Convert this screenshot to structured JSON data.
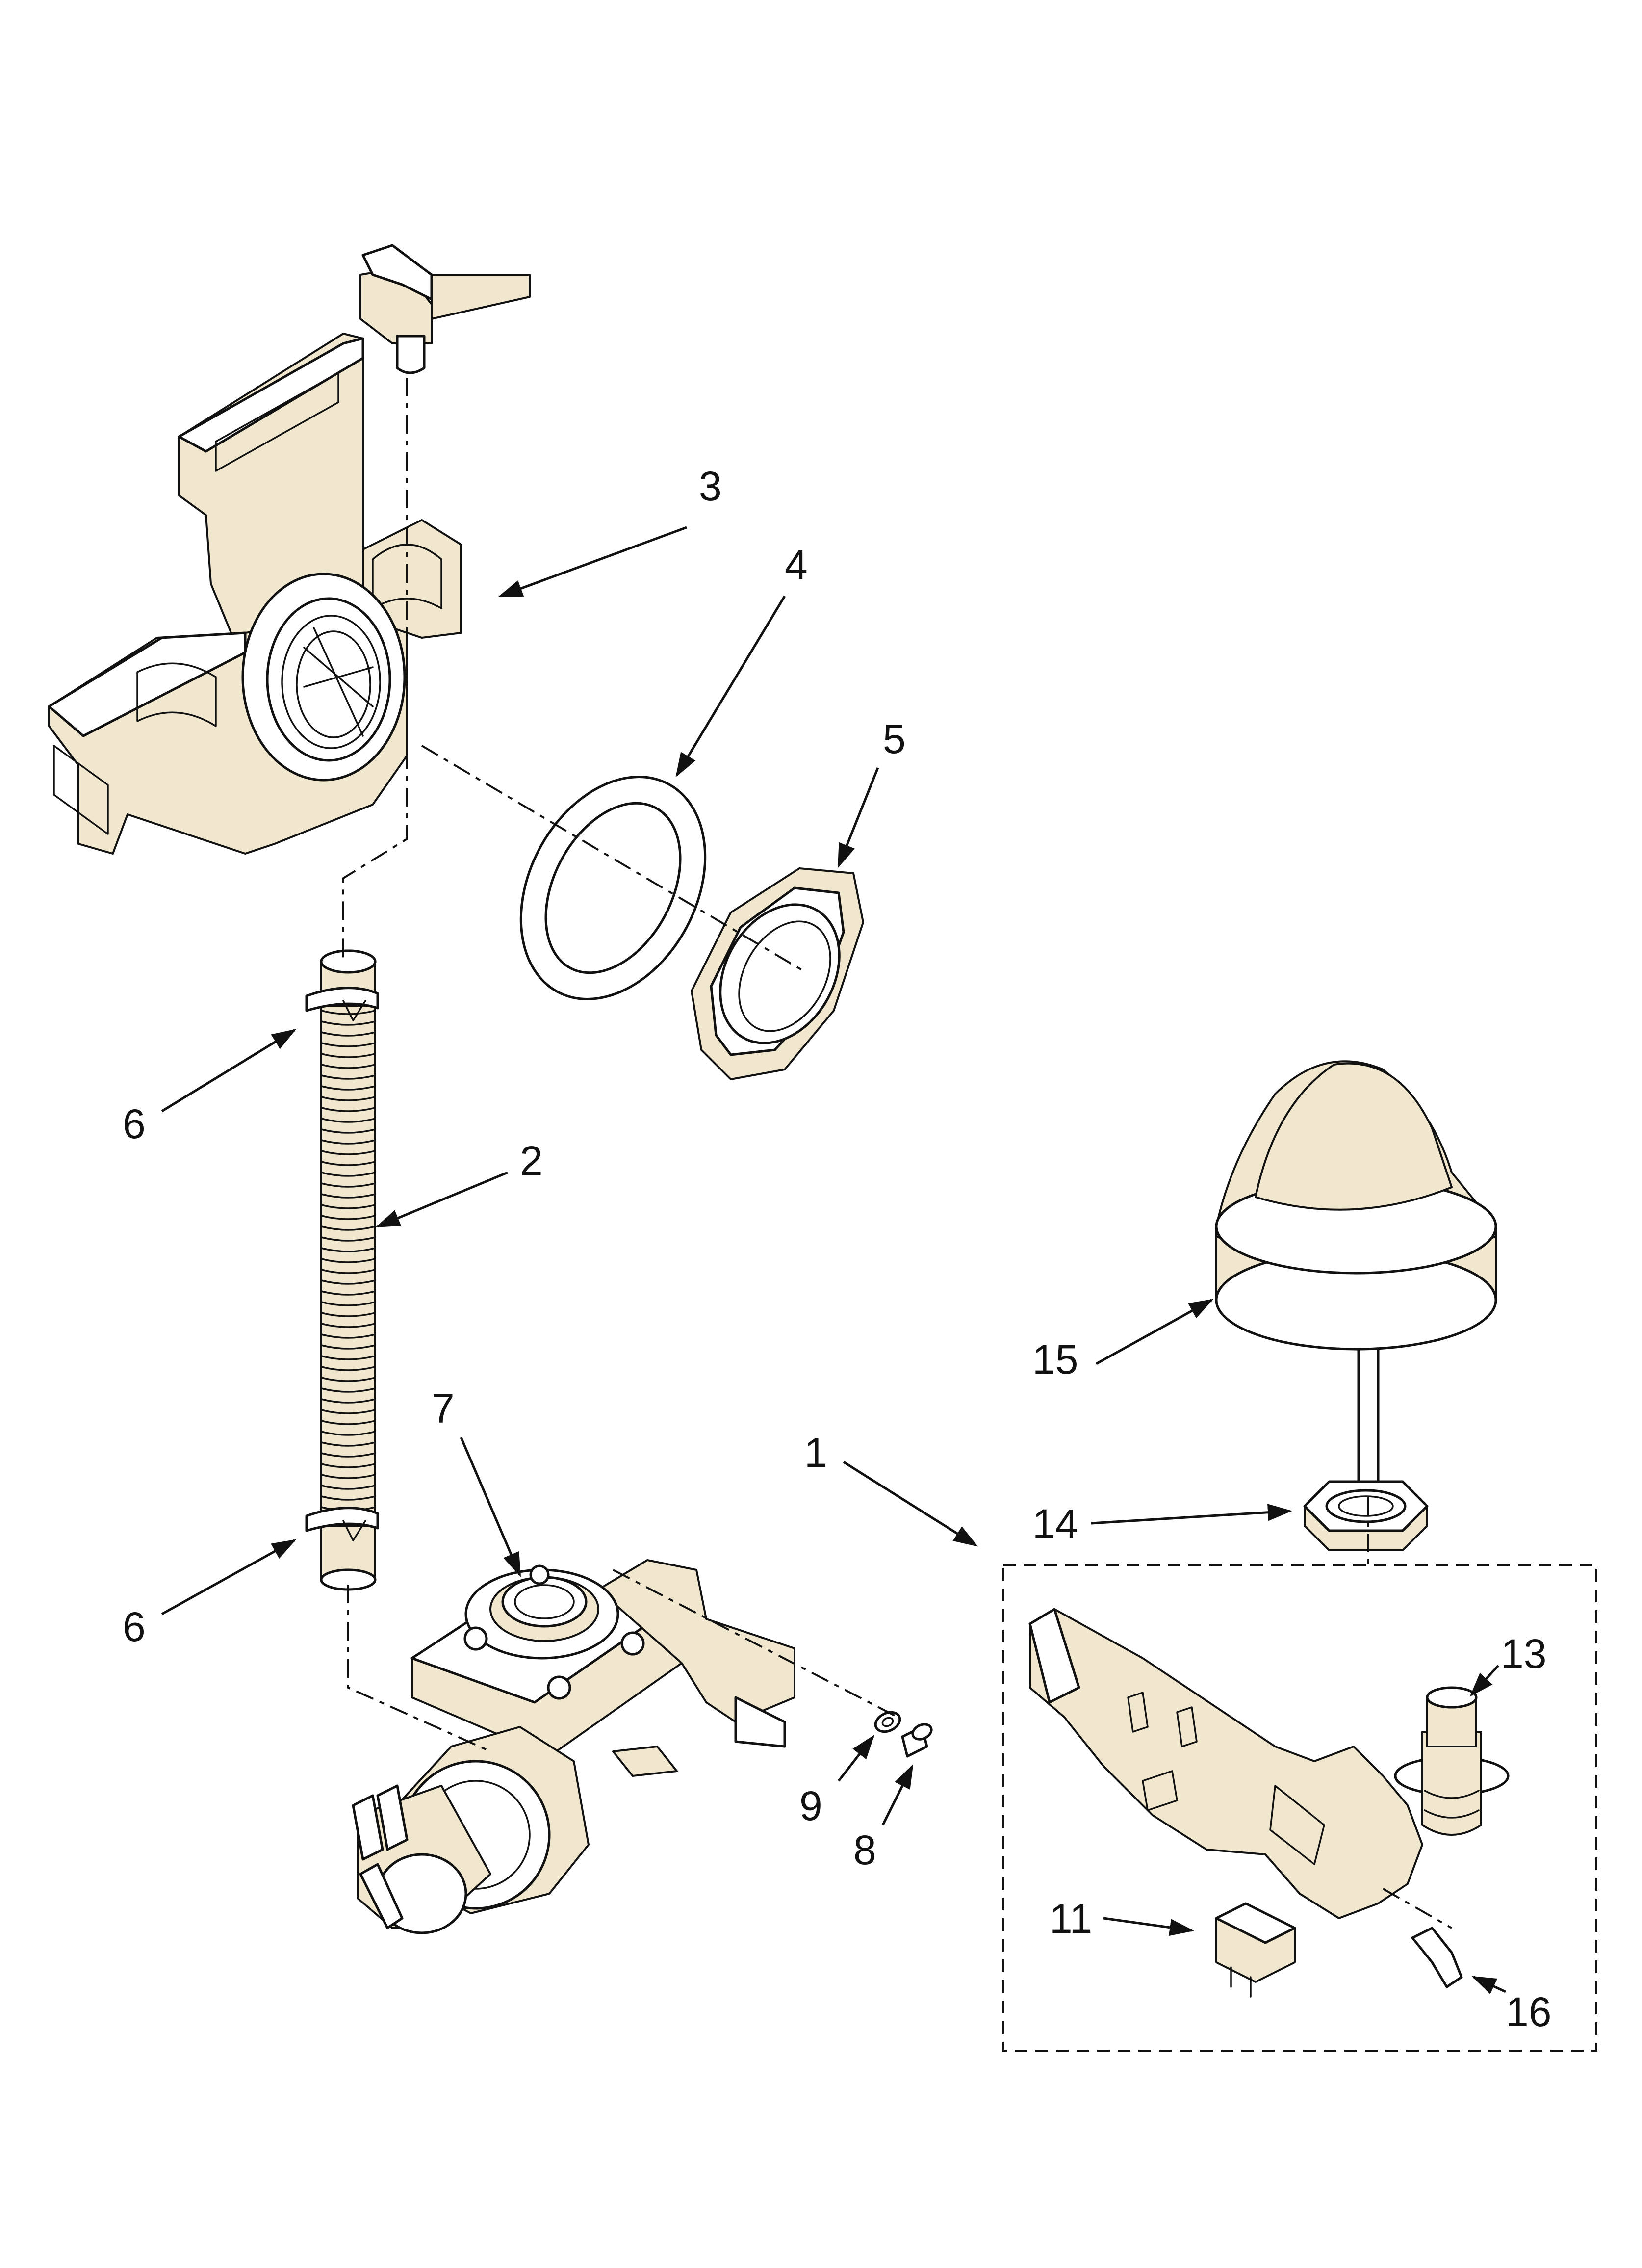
{
  "callouts": [
    {
      "key": "c1",
      "label": "1"
    },
    {
      "key": "c2",
      "label": "2"
    },
    {
      "key": "c3",
      "label": "3"
    },
    {
      "key": "c4",
      "label": "4"
    },
    {
      "key": "c5",
      "label": "5"
    },
    {
      "key": "c6a",
      "label": "6"
    },
    {
      "key": "c6b",
      "label": "6"
    },
    {
      "key": "c7",
      "label": "7"
    },
    {
      "key": "c8",
      "label": "8"
    },
    {
      "key": "c9",
      "label": "9"
    },
    {
      "key": "c11",
      "label": "11"
    },
    {
      "key": "c13",
      "label": "13"
    },
    {
      "key": "c14",
      "label": "14"
    },
    {
      "key": "c15",
      "label": "15"
    },
    {
      "key": "c16",
      "label": "16"
    }
  ],
  "colors": {
    "ink": "#111111",
    "part_fill": "#f1e7cf",
    "background": "#ffffff"
  }
}
